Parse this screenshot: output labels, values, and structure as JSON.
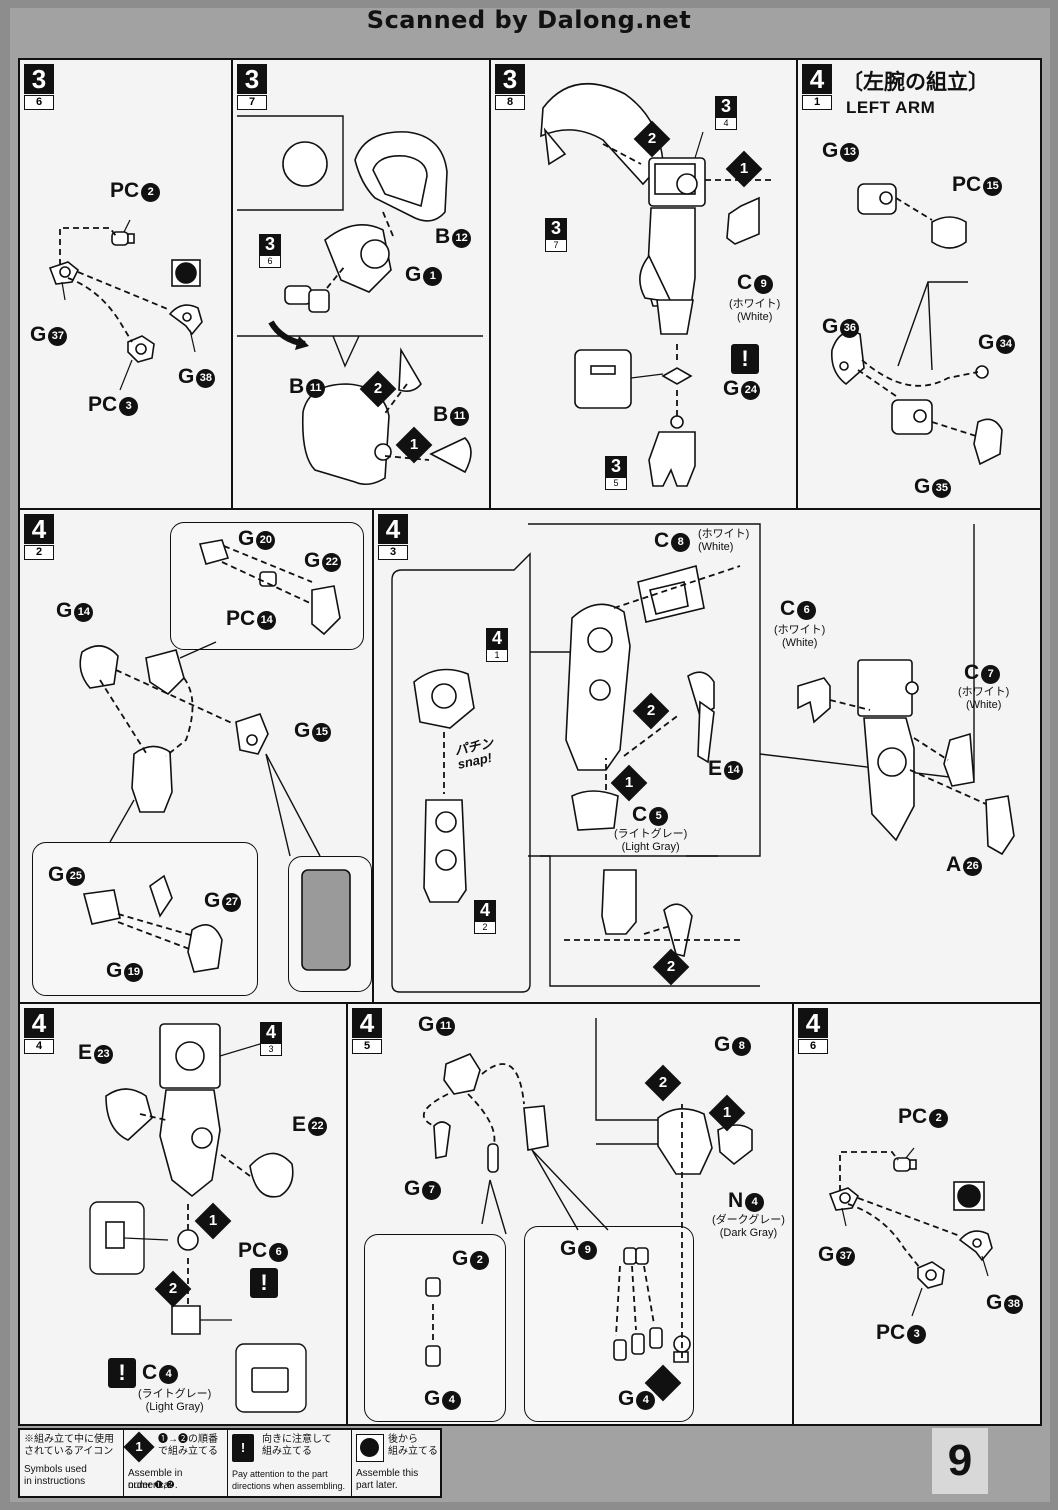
{
  "scan_title": "Scanned by Dalong.net",
  "page_number": "9",
  "panels": {
    "p1": {
      "step": "3",
      "sub": "6",
      "labels": {
        "pc2": "PC",
        "pc2c": "2",
        "g37": "G",
        "g37c": "37",
        "g38": "G",
        "g38c": "38",
        "pc3": "PC",
        "pc3c": "3"
      }
    },
    "p2": {
      "step": "3",
      "sub": "7",
      "ref": {
        "num": "3",
        "sub": "6"
      },
      "labels": {
        "b12": "B",
        "b12c": "12",
        "g1": "G",
        "g1c": "1",
        "b11a": "B",
        "b11ac": "11",
        "b11b": "B",
        "b11bc": "11"
      },
      "seq": [
        "2",
        "1"
      ]
    },
    "p3": {
      "step": "3",
      "sub": "8",
      "ref_top": {
        "num": "3",
        "sub": "4"
      },
      "ref_left": {
        "num": "3",
        "sub": "7"
      },
      "ref_bottom": {
        "num": "3",
        "sub": "5"
      },
      "labels": {
        "c9": "C",
        "c9c": "9",
        "g24": "G",
        "g24c": "24"
      },
      "color_c9_jp": "(ホワイト)",
      "color_c9_en": "(White)",
      "seq": [
        "2",
        "1"
      ],
      "warn": "!"
    },
    "p4": {
      "step": "4",
      "sub": "1",
      "heading_jp": "〔左腕の組立〕",
      "heading_en": "LEFT ARM",
      "labels": {
        "g13": "G",
        "g13c": "13",
        "pc15": "PC",
        "pc15c": "15",
        "g36": "G",
        "g36c": "36",
        "g34": "G",
        "g34c": "34",
        "g35": "G",
        "g35c": "35"
      }
    },
    "p5": {
      "step": "4",
      "sub": "2",
      "labels": {
        "g20": "G",
        "g20c": "20",
        "g22": "G",
        "g22c": "22",
        "pc14": "PC",
        "pc14c": "14",
        "g14": "G",
        "g14c": "14",
        "g15": "G",
        "g15c": "15",
        "g25": "G",
        "g25c": "25",
        "g27": "G",
        "g27c": "27",
        "g19": "G",
        "g19c": "19"
      }
    },
    "p6": {
      "step": "4",
      "sub": "3",
      "ref_a": {
        "num": "4",
        "sub": "1"
      },
      "ref_b": {
        "num": "4",
        "sub": "2"
      },
      "snap_jp": "パチン",
      "snap_en": "snap!",
      "labels": {
        "c8": "C",
        "c8c": "8",
        "e14": "E",
        "e14c": "14",
        "c5": "C",
        "c5c": "5",
        "c6": "C",
        "c6c": "6",
        "c7": "C",
        "c7c": "7",
        "a26": "A",
        "a26c": "26"
      },
      "color_c8": "(ホワイト)\n(White)",
      "color_c5_jp": "(ライトグレー)",
      "color_c5_en": "(Light Gray)",
      "color_c6_jp": "(ホワイト)",
      "color_c6_en": "(White)",
      "color_c7_jp": "(ホワイト)",
      "color_c7_en": "(White)",
      "seq": [
        "2",
        "1",
        "2"
      ]
    },
    "p7": {
      "step": "4",
      "sub": "4",
      "ref": {
        "num": "4",
        "sub": "3"
      },
      "labels": {
        "e23": "E",
        "e23c": "23",
        "e22": "E",
        "e22c": "22",
        "pc6": "PC",
        "pc6c": "6",
        "c4": "C",
        "c4c": "4"
      },
      "color_c4_jp": "(ライトグレー)",
      "color_c4_en": "(Light Gray)",
      "seq": [
        "1",
        "2"
      ],
      "warn": "!"
    },
    "p8": {
      "step": "4",
      "sub": "5",
      "labels": {
        "g11": "G",
        "g11c": "11",
        "g7": "G",
        "g7c": "7",
        "g2": "G",
        "g2c": "2",
        "g4a": "G",
        "g4ac": "4",
        "g9": "G",
        "g9c": "9",
        "g4b": "G",
        "g4bc": "4",
        "g8": "G",
        "g8c": "8",
        "n4": "N",
        "n4c": "4"
      },
      "color_n4_jp": "(ダークグレー)",
      "color_n4_en": "(Dark Gray)",
      "seq": [
        "2",
        "1"
      ]
    },
    "p9": {
      "step": "4",
      "sub": "6",
      "labels": {
        "pc2": "PC",
        "pc2c": "2",
        "g37": "G",
        "g37c": "37",
        "g38": "G",
        "g38c": "38",
        "pc3": "PC",
        "pc3c": "3"
      }
    }
  },
  "legend": {
    "intro_jp_1": "※組み立て中に使用",
    "intro_jp_2": "されているアイコン",
    "intro_en_1": "Symbols used",
    "intro_en_2": "in instructions",
    "numbered_icon": "1",
    "numbered_jp_1": "❶→❷の順番",
    "numbered_jp_2": "で組み立てる",
    "numbered_en_1": "Assemble in numerical",
    "numbered_en_2": "order ❶,❷.",
    "attention_icon": "!",
    "attention_jp_1": "向きに注意して",
    "attention_jp_2": "組み立てる",
    "attention_en_1": "Pay attention to the part",
    "attention_en_2": "directions when assembling.",
    "later_jp_1": "後から",
    "later_jp_2": "組み立てる",
    "later_en_1": "Assemble this",
    "later_en_2": "part later."
  }
}
